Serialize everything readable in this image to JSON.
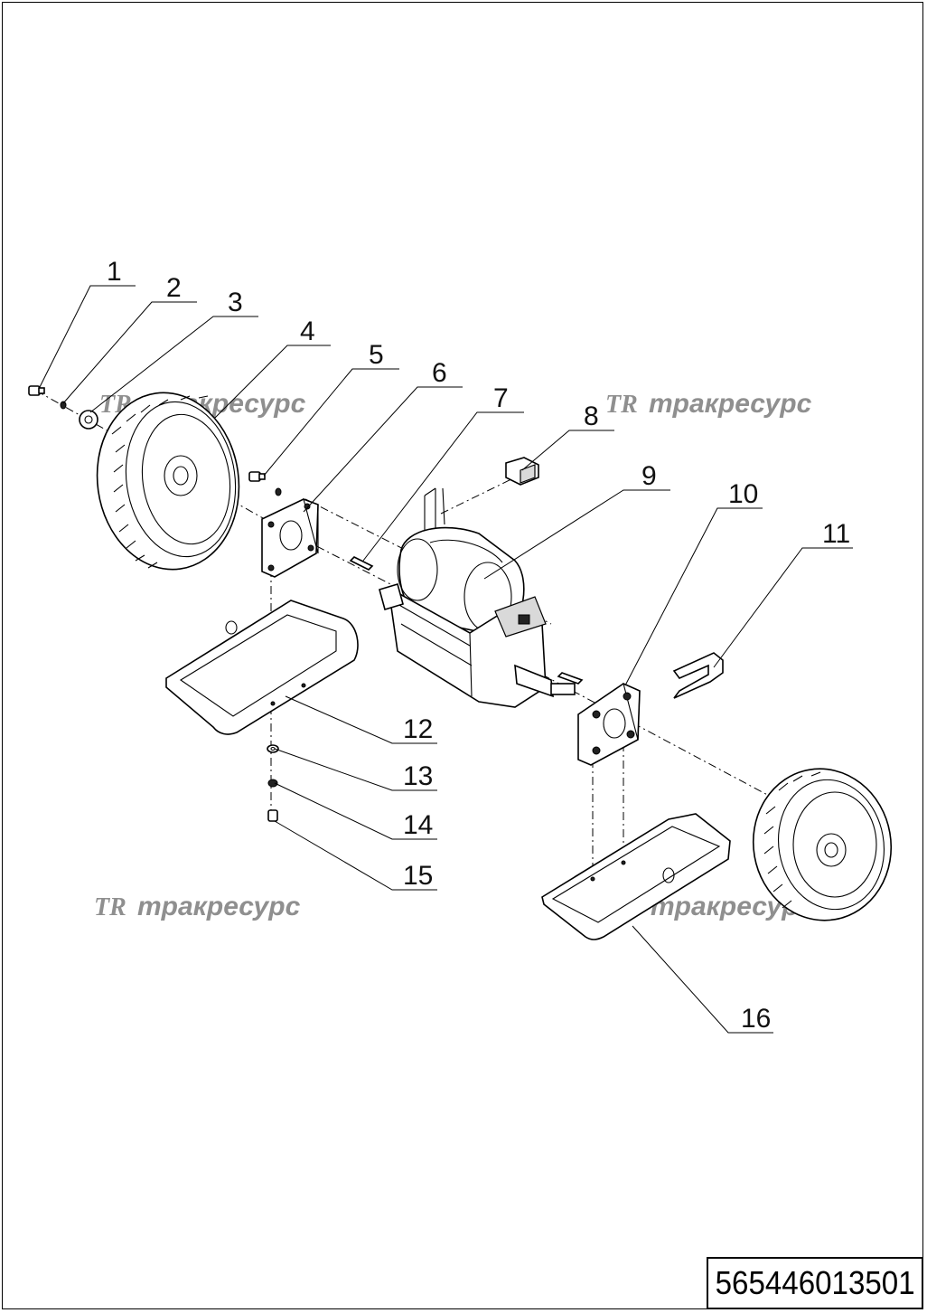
{
  "watermark": {
    "logo": "TR",
    "text": "тракресурс"
  },
  "callouts": [
    "1",
    "2",
    "3",
    "4",
    "5",
    "6",
    "7",
    "8",
    "9",
    "10",
    "11",
    "12",
    "13",
    "14",
    "15",
    "16"
  ],
  "drawing_code": "565446013501"
}
